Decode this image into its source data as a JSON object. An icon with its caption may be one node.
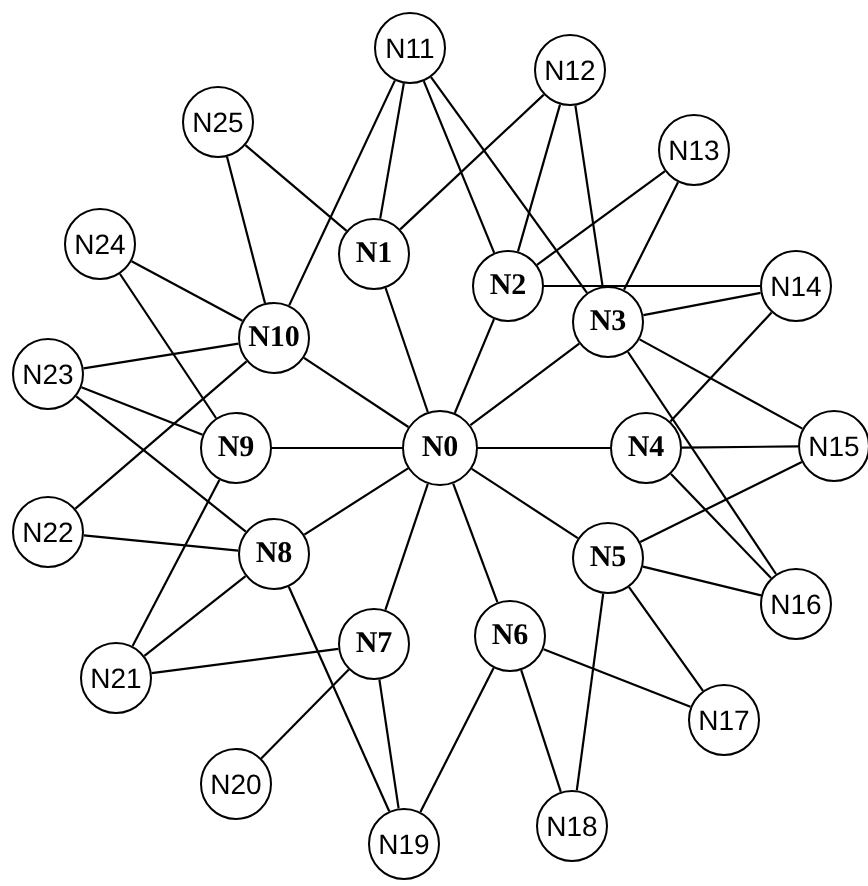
{
  "diagram": {
    "nodes": [
      {
        "text": [
          "N0"
        ]
      },
      {
        "text": [
          "N1"
        ]
      },
      {
        "text": [
          "N2"
        ]
      },
      {
        "text": [
          "N3"
        ]
      },
      {
        "text": [
          "N4"
        ]
      },
      {
        "text": [
          "N5"
        ]
      },
      {
        "text": [
          "N6"
        ]
      },
      {
        "text": [
          "N7"
        ]
      },
      {
        "text": [
          "N8"
        ]
      },
      {
        "text": [
          "N9"
        ]
      },
      {
        "text": [
          "N10"
        ]
      },
      {
        "text": [
          "N11"
        ]
      },
      {
        "text": [
          "N12"
        ]
      },
      {
        "text": [
          "N13"
        ]
      },
      {
        "text": [
          "N14"
        ]
      },
      {
        "text": [
          "N15"
        ]
      },
      {
        "text": [
          "N16"
        ]
      },
      {
        "text": [
          "N17"
        ]
      },
      {
        "text": [
          "N18"
        ]
      },
      {
        "text": [
          "N19"
        ]
      },
      {
        "text": [
          "N20"
        ]
      },
      {
        "text": [
          "N21"
        ]
      },
      {
        "text": [
          "N22"
        ]
      },
      {
        "text": [
          "N23"
        ]
      },
      {
        "text": [
          "N24"
        ]
      },
      {
        "text": [
          "N25"
        ]
      }
    ],
    "edges": [
      {
        "from": 0,
        "to": 1,
        "arrow": "none"
      },
      {
        "from": 0,
        "to": 2,
        "arrow": "none"
      },
      {
        "from": 0,
        "to": 3,
        "arrow": "none"
      },
      {
        "from": 0,
        "to": 4,
        "arrow": "none"
      },
      {
        "from": 0,
        "to": 5,
        "arrow": "none"
      },
      {
        "from": 0,
        "to": 6,
        "arrow": "none"
      },
      {
        "from": 0,
        "to": 7,
        "arrow": "none"
      },
      {
        "from": 0,
        "to": 8,
        "arrow": "none"
      },
      {
        "from": 0,
        "to": 9,
        "arrow": "none"
      },
      {
        "from": 0,
        "to": 10,
        "arrow": "none"
      },
      {
        "from": 1,
        "to": 11,
        "arrow": "none"
      },
      {
        "from": 1,
        "to": 12,
        "arrow": "none"
      },
      {
        "from": 1,
        "to": 25,
        "arrow": "none"
      },
      {
        "from": 2,
        "to": 11,
        "arrow": "none"
      },
      {
        "from": 2,
        "to": 12,
        "arrow": "none"
      },
      {
        "from": 2,
        "to": 13,
        "arrow": "none"
      },
      {
        "from": 2,
        "to": 14,
        "arrow": "none"
      },
      {
        "from": 3,
        "to": 11,
        "arrow": "none"
      },
      {
        "from": 3,
        "to": 12,
        "arrow": "none"
      },
      {
        "from": 3,
        "to": 13,
        "arrow": "none"
      },
      {
        "from": 3,
        "to": 14,
        "arrow": "none"
      },
      {
        "from": 3,
        "to": 15,
        "arrow": "none"
      },
      {
        "from": 3,
        "to": 16,
        "arrow": "none"
      },
      {
        "from": 4,
        "to": 14,
        "arrow": "none"
      },
      {
        "from": 4,
        "to": 15,
        "arrow": "none"
      },
      {
        "from": 4,
        "to": 16,
        "arrow": "none"
      },
      {
        "from": 5,
        "to": 15,
        "arrow": "none"
      },
      {
        "from": 5,
        "to": 16,
        "arrow": "none"
      },
      {
        "from": 5,
        "to": 17,
        "arrow": "none"
      },
      {
        "from": 5,
        "to": 18,
        "arrow": "none"
      },
      {
        "from": 6,
        "to": 17,
        "arrow": "none"
      },
      {
        "from": 6,
        "to": 18,
        "arrow": "none"
      },
      {
        "from": 6,
        "to": 19,
        "arrow": "none"
      },
      {
        "from": 7,
        "to": 19,
        "arrow": "none"
      },
      {
        "from": 7,
        "to": 20,
        "arrow": "none"
      },
      {
        "from": 7,
        "to": 21,
        "arrow": "none"
      },
      {
        "from": 8,
        "to": 19,
        "arrow": "none"
      },
      {
        "from": 8,
        "to": 21,
        "arrow": "none"
      },
      {
        "from": 8,
        "to": 22,
        "arrow": "none"
      },
      {
        "from": 8,
        "to": 23,
        "arrow": "none"
      },
      {
        "from": 9,
        "to": 21,
        "arrow": "none"
      },
      {
        "from": 9,
        "to": 23,
        "arrow": "none"
      },
      {
        "from": 9,
        "to": 24,
        "arrow": "none"
      },
      {
        "from": 10,
        "to": 11,
        "arrow": "none"
      },
      {
        "from": 10,
        "to": 22,
        "arrow": "none"
      },
      {
        "from": 10,
        "to": 23,
        "arrow": "none"
      },
      {
        "from": 10,
        "to": 24,
        "arrow": "none"
      },
      {
        "from": 10,
        "to": 25,
        "arrow": "none"
      }
    ]
  }
}
